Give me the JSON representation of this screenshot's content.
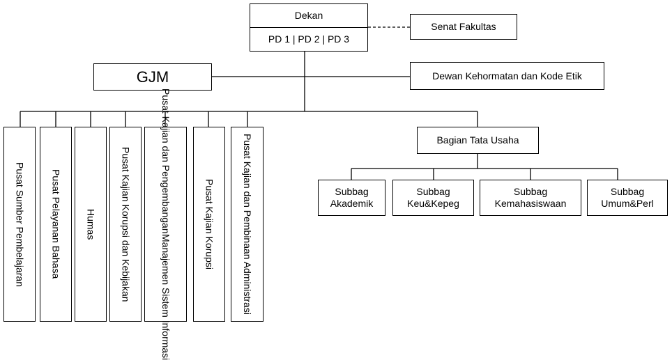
{
  "nodes": {
    "dekan": "Dekan",
    "pd": "PD 1 | PD 2 | PD 3",
    "senat": "Senat Fakultas",
    "gjm": "GJM",
    "dewan": "Dewan Kehormatan dan Kode Etik",
    "tata_usaha": "Bagian Tata Usaha",
    "pusat_sumber": "Pusat Sumber Pembelajaran",
    "pusat_bahasa": "Pusat Pelayanan Bahasa",
    "humas": "Humas",
    "pusat_korupsi_kebijakan": "Pusat Kajian Korupsi dan Kebijakan",
    "pusat_msi_line1": "Pusat Kajian dan Pengembangan",
    "pusat_msi_line2": "Manajemen Sistem Informasi",
    "pusat_korupsi": "Pusat Kajian Korupsi",
    "pusat_administrasi": "Pusat Kajian dan Pembinaan Administrasi",
    "subbag_akademik": [
      "Subbag",
      "Akademik"
    ],
    "subbag_keu": [
      "Subbag",
      "Keu&Kepeg"
    ],
    "subbag_kemahasiswaan": [
      "Subbag",
      "Kemahasiswaan"
    ],
    "subbag_umum": [
      "Subbag",
      "Umum&Perl"
    ]
  }
}
